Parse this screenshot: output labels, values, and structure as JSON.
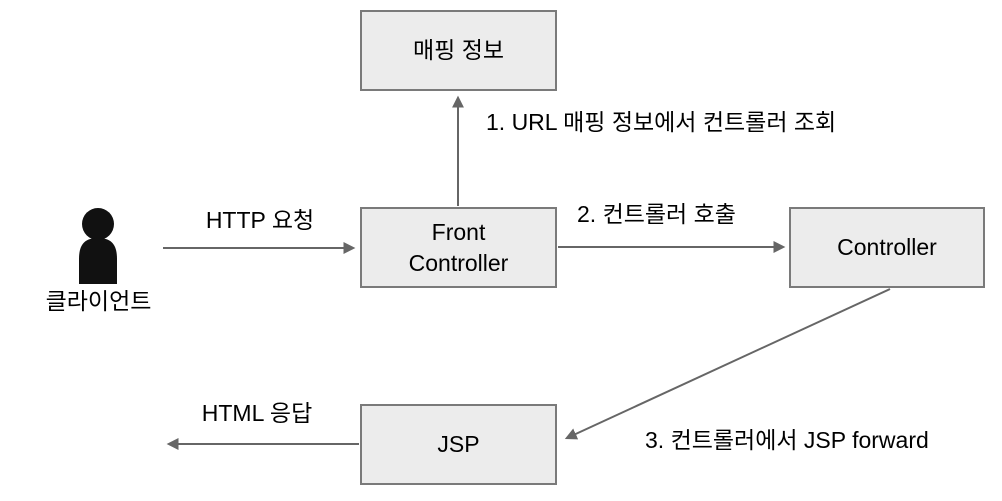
{
  "diagram": {
    "nodes": {
      "mapping": {
        "label": "매핑 정보"
      },
      "front_controller": {
        "label": "Front\nController"
      },
      "controller": {
        "label": "Controller"
      },
      "jsp": {
        "label": "JSP"
      }
    },
    "actor": {
      "icon": "person-icon",
      "label": "클라이언트"
    },
    "edges": {
      "http_request": {
        "label": "HTTP 요청"
      },
      "mapping_lookup": {
        "label": "1. URL 매핑 정보에서 컨트롤러 조회"
      },
      "controller_call": {
        "label": "2. 컨트롤러 호출"
      },
      "jsp_forward": {
        "label": "3. 컨트롤러에서 JSP forward"
      },
      "html_response": {
        "label": "HTML 응답"
      }
    },
    "colors": {
      "background": "#ffffff",
      "box_fill": "#ececec",
      "box_border": "#7a7a7a",
      "arrow": "#666666",
      "text": "#000000",
      "icon": "#111111"
    }
  }
}
